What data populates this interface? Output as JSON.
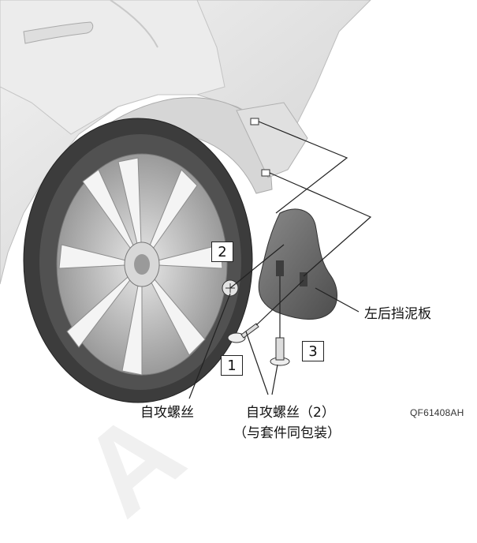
{
  "labels": {
    "mudflap": "左后挡泥板",
    "screw_left": "自攻螺丝",
    "screw_kit_line1": "自攻螺丝（2）",
    "screw_kit_line2": "（与套件同包装）"
  },
  "callouts": {
    "c1": "1",
    "c2": "2",
    "c3": "3"
  },
  "figure_code": "QF61408AH",
  "watermark": "A",
  "colors": {
    "car_body": "#e6e6e6",
    "tire": "#3c3c3c",
    "rim": "#cfcfcf",
    "mudflap": "#6e6e6e",
    "line": "#222222"
  }
}
